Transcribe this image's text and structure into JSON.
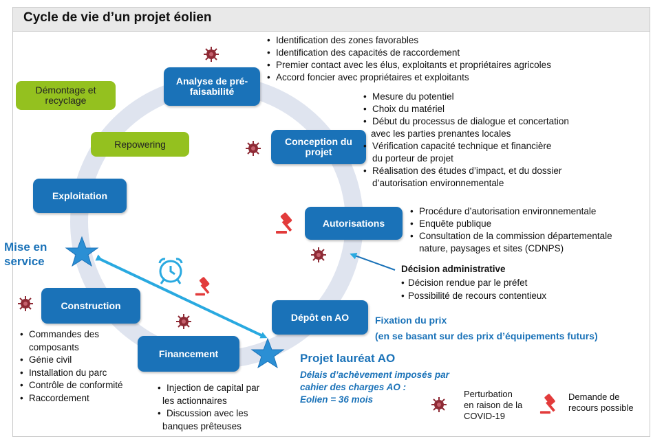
{
  "title": "Cycle de vie d’un projet éolien",
  "colors": {
    "box_blue": "#1a72b8",
    "box_green": "#94c11f",
    "arrow": "#29a9e0",
    "ring": "#dfe4ef",
    "virus": "#8e2a35",
    "gavel": "#e23b3b"
  },
  "stages": {
    "analyse": "Analyse de pré-faisabilité",
    "conception": "Conception du projet",
    "autorisations": "Autorisations",
    "depot": "Dépôt en AO",
    "financement": "Financement",
    "construction": "Construction",
    "exploitation": "Exploitation",
    "repowering": "Repowering",
    "demontage": "Démontage et recyclage"
  },
  "analyse_items": [
    "Identification des zones favorables",
    "Identification des capacités de raccordement",
    "Premier contact avec les élus, exploitants et propriétaires agricoles",
    "Accord foncier avec propriétaires et exploitants"
  ],
  "conception_items": [
    "Mesure du potentiel",
    "Choix du matériel",
    "Début du processus de dialogue et concertation",
    "avec les parties prenantes locales",
    "Vérification capacité technique et financière",
    "du porteur de projet",
    "Réalisation des études d’impact, et du dossier",
    "d’autorisation environnementale"
  ],
  "autorisations_items": [
    "Procédure d’autorisation environnementale",
    "Enquête publique",
    "Consultation de la commission départementale",
    "nature, paysages et sites (CDNPS)"
  ],
  "decision": {
    "title": "Décision administrative",
    "items": [
      "Décision rendue par le préfet",
      "Possibilité de recours contentieux"
    ]
  },
  "fixation": {
    "line1": "Fixation du prix",
    "line2": "(en se basant sur des prix d’équipements futurs)"
  },
  "laureat": {
    "title": "Projet lauréat AO",
    "line1": "Délais d’achèvement imposés par",
    "line2": "cahier des charges AO :",
    "line3": "Eolien = 36 mois"
  },
  "mise_en_service": {
    "line1": "Mise en",
    "line2": "service"
  },
  "construction_items": [
    "Commandes des",
    "composants",
    "Génie civil",
    "Installation du parc",
    "Contrôle de conformité",
    "Raccordement"
  ],
  "financement_items": [
    "Injection de capital par",
    "les actionnaires",
    "Discussion avec les",
    "banques prêteuses"
  ],
  "legend": {
    "covid": {
      "line1": "Perturbation",
      "line2": "en raison de la",
      "line3": "COVID-19"
    },
    "recours": {
      "line1": "Demande de",
      "line2": "recours possible"
    }
  },
  "icons": [
    "virus-icon",
    "gavel-icon",
    "alarm-clock-icon",
    "star-icon",
    "double-arrow-icon"
  ]
}
